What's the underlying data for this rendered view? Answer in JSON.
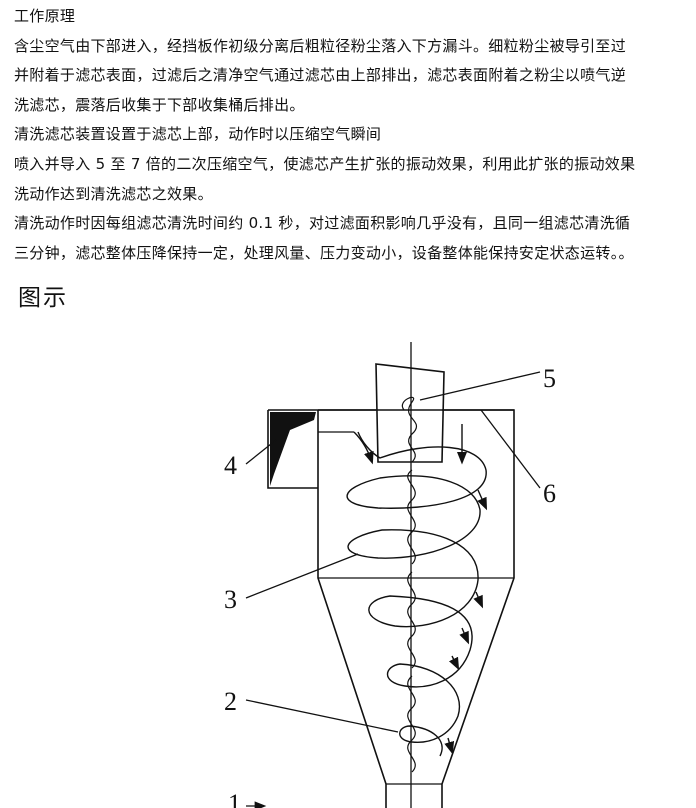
{
  "document": {
    "lines": [
      "工作原理",
      "含尘空气由下部进入，经挡板作初级分离后粗粒径粉尘落入下方漏斗。细粒粉尘被导引至过",
      "并附着于滤芯表面，过滤后之清净空气通过滤芯由上部排出，滤芯表面附着之粉尘以喷气逆",
      "洗滤芯，震落后收集于下部收集桶后排出。",
      "清洗滤芯装置设置于滤芯上部，动作时以压缩空气瞬间",
      "喷入并导入 5 至 7 倍的二次压缩空气，使滤芯产生扩张的振动效果，利用此扩张的振动效果",
      "洗动作达到清洗滤芯之效果。",
      "清洗动作时因每组滤芯清洗时间约 0.1 秒，对过滤面积影响几乎没有，且同一组滤芯清洗循",
      "三分钟，滤芯整体压降保持一定，处理风量、压力变动小，设备整体能保持安定状态运转。。"
    ],
    "section_title": "图示"
  },
  "diagram": {
    "labels": [
      "1",
      "2",
      "3",
      "4",
      "5",
      "6"
    ]
  }
}
